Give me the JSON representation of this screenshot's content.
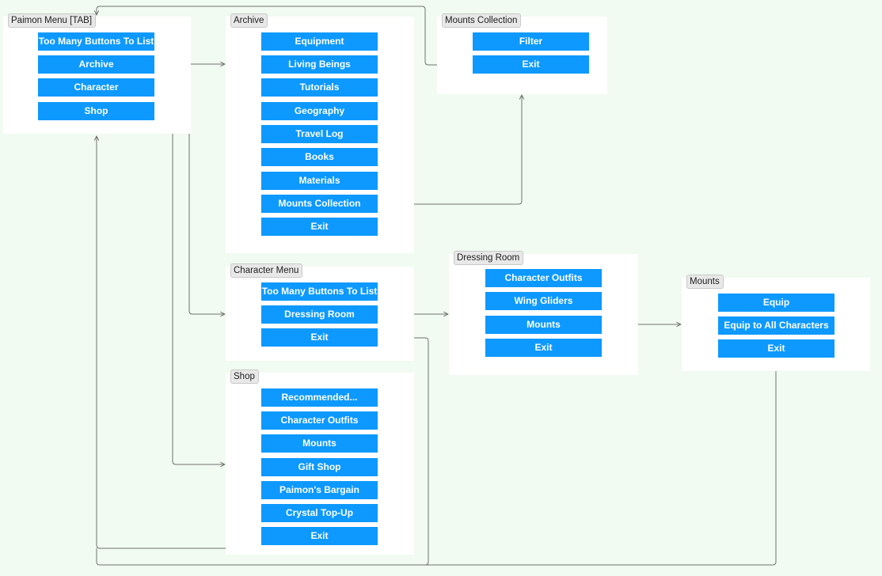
{
  "colors": {
    "canvas": "#f1fbf1",
    "frame": "#ffffff",
    "button": "#0d99ff",
    "button_text": "#ffffff",
    "wire": "#707070"
  },
  "frames": {
    "paimon": {
      "title": "Paimon Menu [TAB]",
      "buttons": [
        "Too Many Buttons To List",
        "Archive",
        "Character",
        "Shop"
      ]
    },
    "archive": {
      "title": "Archive",
      "buttons": [
        "Equipment",
        "Living Beings",
        "Tutorials",
        "Geography",
        "Travel Log",
        "Books",
        "Materials",
        "Mounts Collection",
        "Exit"
      ]
    },
    "mounts_collection": {
      "title": "Mounts Collection",
      "buttons": [
        "Filter",
        "Exit"
      ]
    },
    "character_menu": {
      "title": "Character Menu",
      "buttons": [
        "Too Many Buttons To List",
        "Dressing Room",
        "Exit"
      ]
    },
    "dressing_room": {
      "title": "Dressing Room",
      "buttons": [
        "Character Outfits",
        "Wing Gliders",
        "Mounts",
        "Exit"
      ]
    },
    "mounts": {
      "title": "Mounts",
      "buttons": [
        "Equip",
        "Equip to All Characters",
        "Exit"
      ]
    },
    "shop": {
      "title": "Shop",
      "buttons": [
        "Recommended...",
        "Character Outfits",
        "Mounts",
        "Gift Shop",
        "Paimon's Bargain",
        "Crystal Top-Up",
        "Exit"
      ]
    }
  }
}
